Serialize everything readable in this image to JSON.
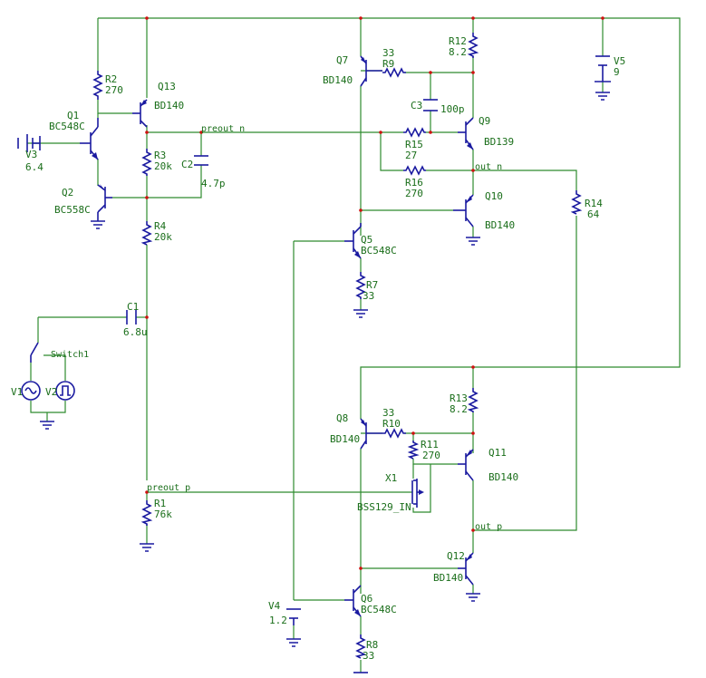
{
  "components": {
    "q1": {
      "name": "Q1",
      "model": "BC548C"
    },
    "q2": {
      "name": "Q2",
      "model": "BC558C"
    },
    "q5": {
      "name": "Q5",
      "model": "BC548C"
    },
    "q6": {
      "name": "Q6",
      "model": "BC548C"
    },
    "q7": {
      "name": "Q7",
      "model": "BD140"
    },
    "q8": {
      "name": "Q8",
      "model": "BD140"
    },
    "q9": {
      "name": "Q9",
      "model": "BD139"
    },
    "q10": {
      "name": "Q10",
      "model": "BD140"
    },
    "q11": {
      "name": "Q11",
      "model": "BD140"
    },
    "q12": {
      "name": "Q12",
      "model": "BD140"
    },
    "q13": {
      "name": "Q13",
      "model": "BD140"
    },
    "x1": {
      "name": "X1",
      "model": "BSS129_IN"
    },
    "r1": {
      "name": "R1",
      "value": "76k"
    },
    "r2": {
      "name": "R2",
      "value": "270"
    },
    "r3": {
      "name": "R3",
      "value": "20k"
    },
    "r4": {
      "name": "R4",
      "value": "20k"
    },
    "r7": {
      "name": "R7",
      "value": "33"
    },
    "r8": {
      "name": "R8",
      "value": "33"
    },
    "r9": {
      "name": "R9",
      "value": "33"
    },
    "r10": {
      "name": "R10",
      "value": "33"
    },
    "r11": {
      "name": "R11",
      "value": "270"
    },
    "r12": {
      "name": "R12",
      "value": "8.2"
    },
    "r13": {
      "name": "R13",
      "value": "8.2"
    },
    "r14": {
      "name": "R14",
      "value": "64"
    },
    "r15": {
      "name": "R15",
      "value": "27"
    },
    "r16": {
      "name": "R16",
      "value": "270"
    },
    "c1": {
      "name": "C1",
      "value": "6.8u"
    },
    "c2": {
      "name": "C2",
      "value": "4.7p"
    },
    "c3": {
      "name": "C3",
      "value": "100p"
    },
    "v1": {
      "name": "V1"
    },
    "v2": {
      "name": "V2"
    },
    "v3": {
      "name": "V3",
      "value": "6.4"
    },
    "v4": {
      "name": "V4",
      "value": "1.2"
    },
    "v5": {
      "name": "V5",
      "value": "9"
    },
    "switch1": {
      "name": "Switch1"
    }
  },
  "nets": {
    "preout_n": "preout n",
    "preout_p": "preout p",
    "out_n": "out n",
    "out_p": "out p"
  },
  "colors": {
    "wire": "#2e8b2e",
    "component": "#1a1aa0",
    "junction": "#d01010",
    "label": "#1a6e1a"
  }
}
